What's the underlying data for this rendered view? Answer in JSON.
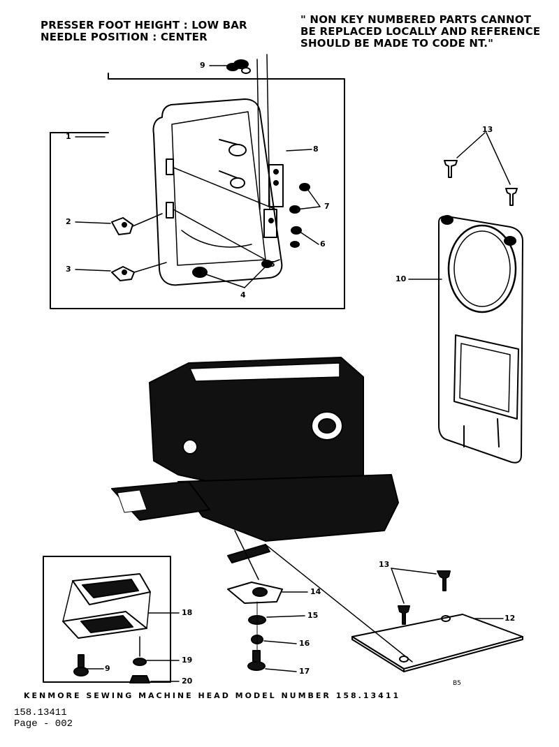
{
  "header": {
    "left_lines": [
      "PRESSER FOOT HEIGHT : LOW BAR",
      "NEEDLE POSITION : CENTER"
    ],
    "right_lines": [
      "\" NON KEY NUMBERED PARTS CANNOT",
      "BE REPLACED LOCALLY AND REFERENCE",
      "SHOULD BE MADE TO CODE NT.\""
    ]
  },
  "callouts": {
    "c1": "1",
    "c2": "2",
    "c3": "3",
    "c4": "4",
    "c5": "5",
    "c6": "6",
    "c7": "7",
    "c8": "8",
    "c9a": "9",
    "c9b": "9",
    "c10": "10",
    "c12": "12",
    "c13a": "13",
    "c13b": "13",
    "c14": "14",
    "c15": "15",
    "c16": "16",
    "c17": "17",
    "c18": "18",
    "c19": "19",
    "c20": "20"
  },
  "plate_mark": "B5",
  "caption": "KENMORE SEWING MACHINE HEAD MODEL NUMBER 158.13411",
  "footer": {
    "model": "158.13411",
    "page": "Page - 002"
  }
}
